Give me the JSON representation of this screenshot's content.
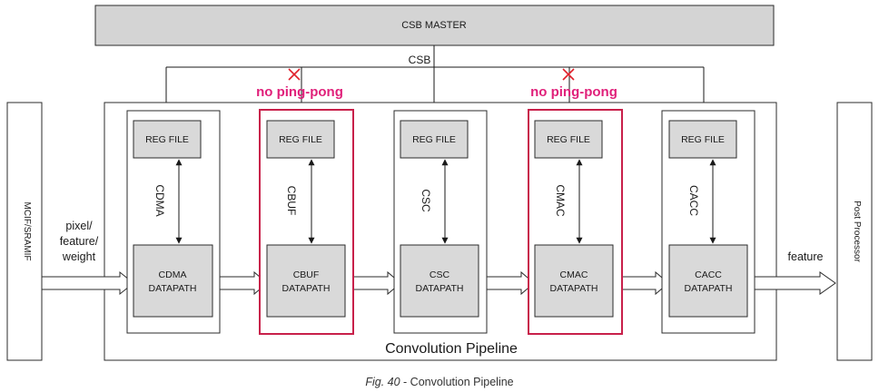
{
  "csb_master": "CSB MASTER",
  "csb_bus": "CSB",
  "left_interface": "MCIF/SRAMIF",
  "right_interface": "Post Processor",
  "input_label": [
    "pixel/",
    "feature/",
    "weight"
  ],
  "output_label": "feature",
  "pipeline_label": "Convolution Pipeline",
  "no_ping_pong": "no ping-pong",
  "modules": [
    {
      "id": "cdma",
      "name": "CDMA",
      "reg": "REG FILE",
      "dp": [
        "CDMA",
        "DATAPATH"
      ],
      "highlight": false
    },
    {
      "id": "cbuf",
      "name": "CBUF",
      "reg": "REG FILE",
      "dp": [
        "CBUF",
        "DATAPATH"
      ],
      "highlight": true
    },
    {
      "id": "csc",
      "name": "CSC",
      "reg": "REG FILE",
      "dp": [
        "CSC",
        "DATAPATH"
      ],
      "highlight": false
    },
    {
      "id": "cmac",
      "name": "CMAC",
      "reg": "REG FILE",
      "dp": [
        "CMAC",
        "DATAPATH"
      ],
      "highlight": true
    },
    {
      "id": "cacc",
      "name": "CACC",
      "reg": "REG FILE",
      "dp": [
        "CACC",
        "DATAPATH"
      ],
      "highlight": false
    }
  ],
  "caption": {
    "fig": "Fig. 40",
    "sep": " - ",
    "text": "Convolution Pipeline"
  },
  "colors": {
    "highlight": "#c8204a",
    "box_fill": "#d9d9d9",
    "header_fill": "#d4d4d4",
    "stroke": "#2b2b2b"
  }
}
